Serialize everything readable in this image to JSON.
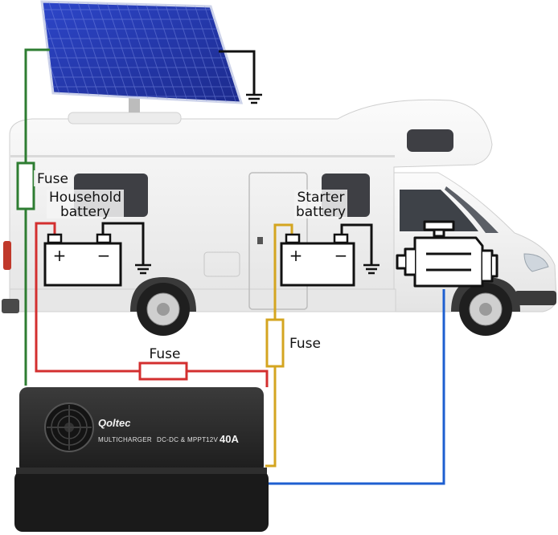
{
  "labels": {
    "fuse_solar": "Fuse",
    "household_battery_line1": "Household",
    "household_battery_line2": "battery",
    "starter_battery_line1": "Starter",
    "starter_battery_line2": "battery",
    "fuse_household": "Fuse",
    "fuse_starter": "Fuse"
  },
  "device": {
    "brand": "Qoltec",
    "model": "MULTICHARGER",
    "mode": "DC-DC & MPPT",
    "voltage": "12V",
    "current": "40A"
  },
  "battery_terminals": {
    "plus": "+",
    "minus": "−"
  },
  "colors": {
    "solar_wire": "#2e7d32",
    "household_wire": "#d32f2f",
    "starter_wire": "#d4a520",
    "engine_wire": "#1e5fd0",
    "ground_wire": "#111111",
    "panel_blue": "#2a3fb8",
    "body_white": "#f1f1f1",
    "charger_body": "#2a2a2a"
  },
  "icons": [
    "solar-panel-icon",
    "battery-icon",
    "engine-icon",
    "ground-icon",
    "fuse-icon",
    "fan-icon"
  ]
}
